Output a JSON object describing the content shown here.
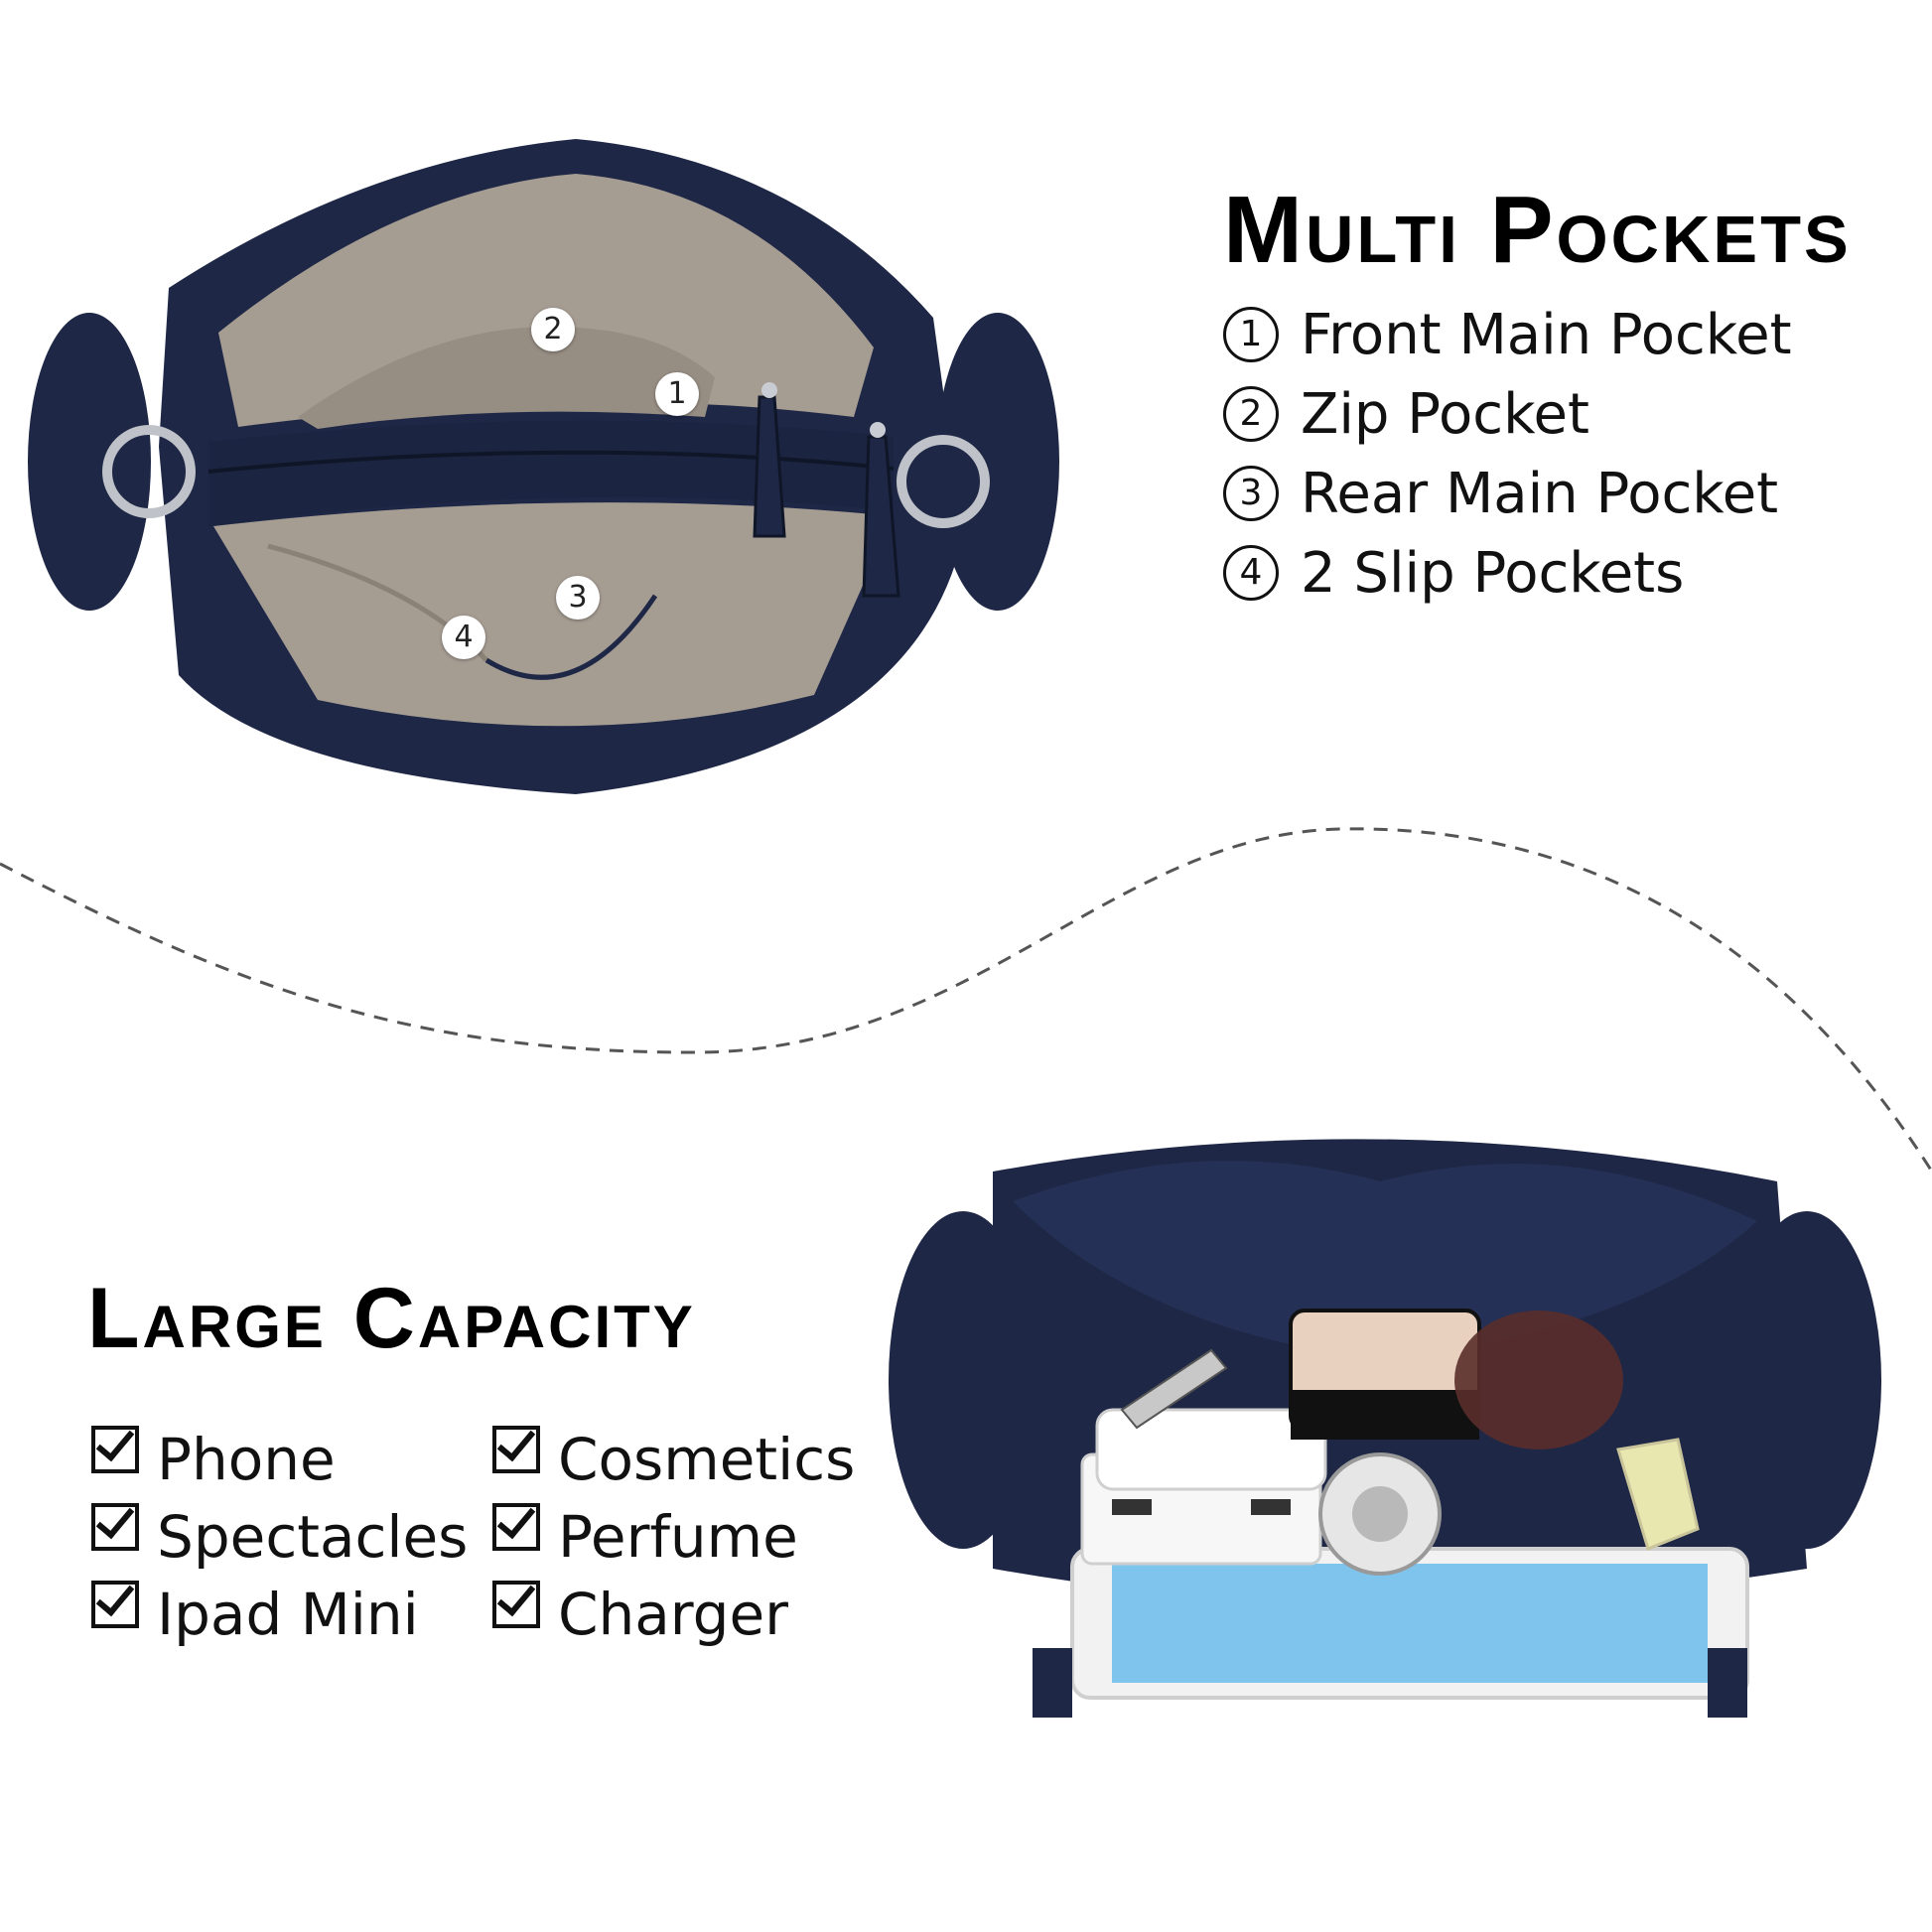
{
  "multi_pockets": {
    "title": "Multi Pockets",
    "items": [
      {
        "num": "1",
        "label": "Front Main Pocket"
      },
      {
        "num": "2",
        "label": "Zip Pocket"
      },
      {
        "num": "3",
        "label": "Rear Main Pocket"
      },
      {
        "num": "4",
        "label": "2 Slip Pockets"
      }
    ],
    "photo_markers": [
      "2",
      "1",
      "3",
      "4"
    ]
  },
  "large_capacity": {
    "title": "Large Capacity",
    "left_items": [
      "Phone",
      "Spectacles",
      "Ipad Mini"
    ],
    "right_items": [
      "Cosmetics",
      "Perfume",
      "Charger"
    ]
  },
  "colors": {
    "bag_leather": "#1e2745",
    "lining": "#a59c92",
    "background": "#ffffff",
    "text": "#111111",
    "divider": "#555555"
  },
  "icons": {
    "checkbox": "checkbox-checked-icon",
    "number": "circled-number-icon",
    "divider": "dashed-wave-line"
  }
}
